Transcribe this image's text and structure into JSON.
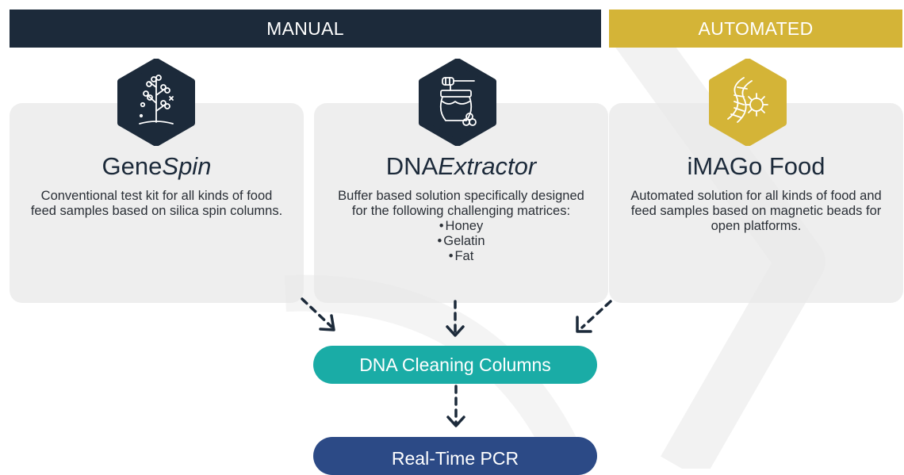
{
  "header": {
    "manual_label": "MANUAL",
    "automated_label": "AUTOMATED"
  },
  "cards": [
    {
      "title_plain": "Gene",
      "title_italic": "Spin",
      "description": "Conventional test kit for all kinds of food feed samples based on silica spin columns.",
      "icon": "plant-icon"
    },
    {
      "title_plain": "DNA",
      "title_italic": "Extractor",
      "description": "Buffer based solution specifically designed for the following challenging matrices:",
      "bullets": [
        "Honey",
        "Gelatin",
        "Fat"
      ],
      "icon": "honey-jar-icon"
    },
    {
      "title_plain": "iMAGo Food",
      "title_italic": "",
      "description": "Automated solution for all kinds of food and feed samples based on magnetic beads for open platforms.",
      "icon": "dna-gear-icon"
    }
  ],
  "steps": {
    "cleaning": "DNA Cleaning Columns",
    "pcr": "Real-Time PCR"
  },
  "colors": {
    "navy": "#1c2a3a",
    "gold": "#d4b437",
    "teal": "#1aaca6",
    "blue": "#2c4a86",
    "card_bg": "#e8e8e8"
  }
}
